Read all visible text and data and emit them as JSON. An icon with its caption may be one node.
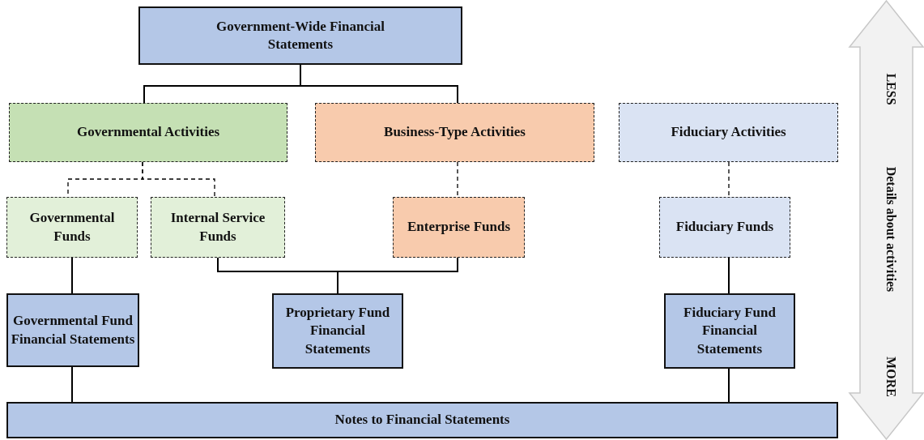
{
  "diagram": {
    "nodes": [
      {
        "text": [
          "Government-Wide Financial Statements"
        ]
      },
      {
        "text": [
          "Governmental Activities"
        ]
      },
      {
        "text": [
          "Business-Type Activities"
        ]
      },
      {
        "text": [
          "Fiduciary Activities"
        ]
      },
      {
        "text": [
          "Governmental Funds"
        ]
      },
      {
        "text": [
          "Internal Service Funds"
        ]
      },
      {
        "text": [
          "Enterprise Funds"
        ]
      },
      {
        "text": [
          "Fiduciary Funds"
        ]
      },
      {
        "text": [
          "Governmental Fund Financial Statements"
        ]
      },
      {
        "text": [
          "Proprietary Fund Financial Statements"
        ]
      },
      {
        "text": [
          "Fiduciary Fund Financial Statements"
        ]
      },
      {
        "text": [
          "Notes to Financial Statements"
        ]
      }
    ],
    "edges": [
      {
        "from": 0,
        "to": 1,
        "arrow": "none"
      },
      {
        "from": 0,
        "to": 2,
        "arrow": "none"
      },
      {
        "from": 1,
        "to": 4,
        "arrow": "none",
        "style": "dashed"
      },
      {
        "from": 1,
        "to": 5,
        "arrow": "none",
        "style": "dashed"
      },
      {
        "from": 2,
        "to": 6,
        "arrow": "none",
        "style": "dashed"
      },
      {
        "from": 3,
        "to": 7,
        "arrow": "none",
        "style": "dashed"
      },
      {
        "from": 4,
        "to": 8,
        "arrow": "none"
      },
      {
        "from": 5,
        "to": 9,
        "arrow": "none"
      },
      {
        "from": 6,
        "to": 9,
        "arrow": "none"
      },
      {
        "from": 7,
        "to": 10,
        "arrow": "none"
      },
      {
        "from": 8,
        "to": 11,
        "arrow": "none"
      },
      {
        "from": 10,
        "to": 11,
        "arrow": "none"
      }
    ],
    "labels": [
      "LESS",
      "Details about activities",
      "MORE"
    ]
  }
}
